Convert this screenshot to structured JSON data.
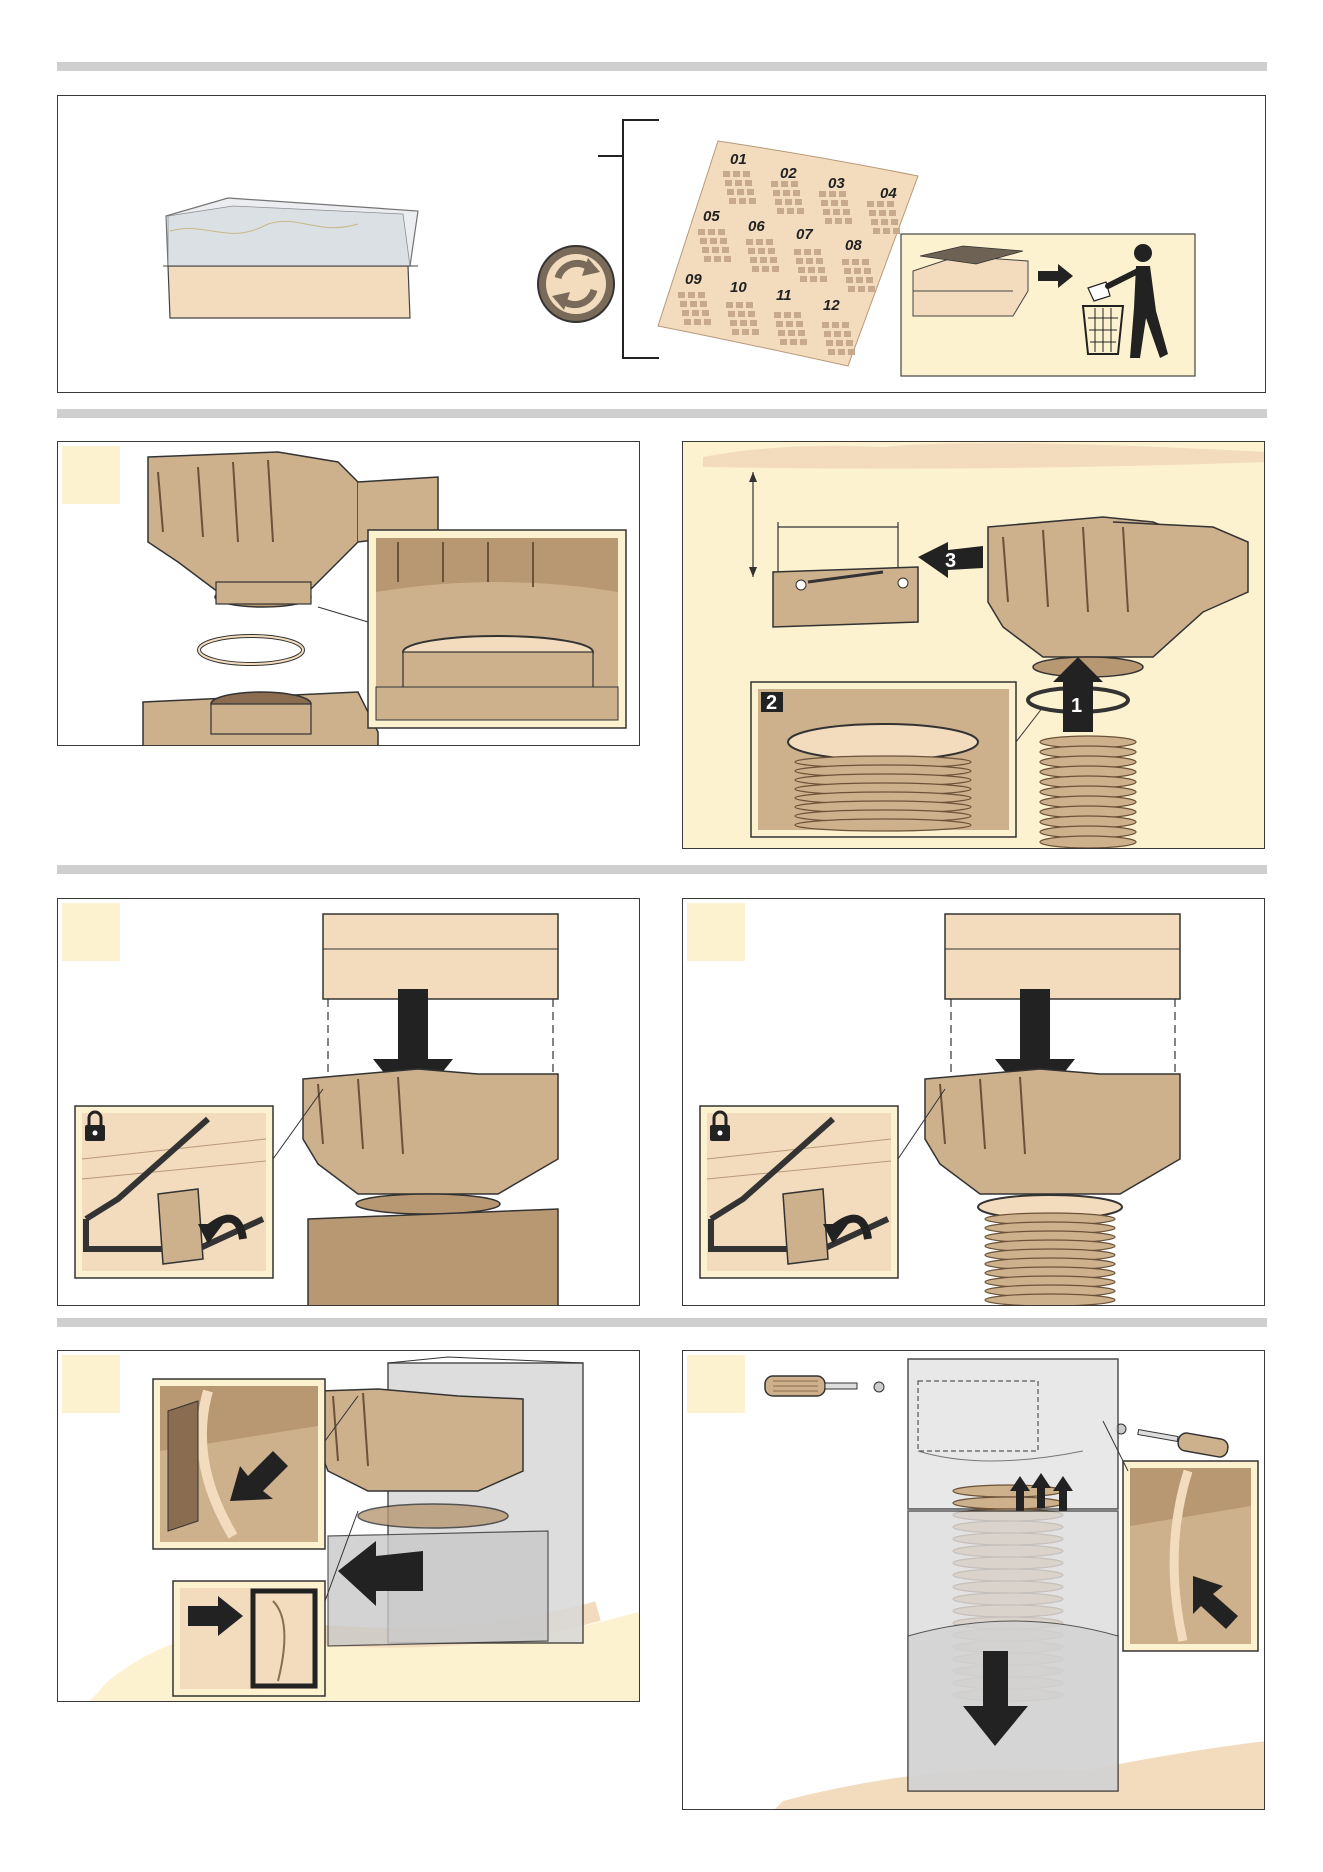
{
  "colors": {
    "band": "#cfcfcf",
    "beige": "#f3dcbd",
    "tan": "#cdb08c",
    "dark_tan": "#8a6d50",
    "cream": "#fdf2cf",
    "outline": "#3a3a3a"
  },
  "panel1": {
    "sheet_numbers": [
      "01",
      "02",
      "03",
      "04",
      "05",
      "06",
      "07",
      "08",
      "09",
      "10",
      "11",
      "12"
    ],
    "icons": [
      "recycle-icon",
      "trash-bin-icon",
      "person-disposing-icon"
    ]
  },
  "panel3": {
    "callouts": [
      "1",
      "2",
      "3"
    ]
  },
  "icons": [
    "lock-icon",
    "arrow-down-icon",
    "arrow-left-icon",
    "arrow-up-icon",
    "screwdriver-icon"
  ]
}
